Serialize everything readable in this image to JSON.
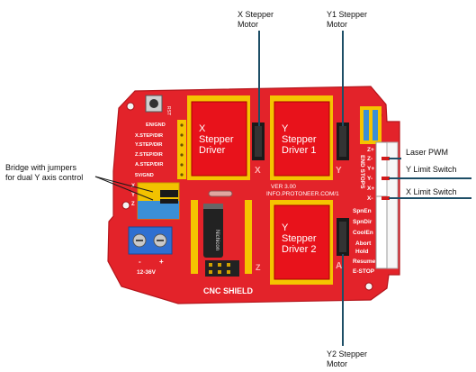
{
  "callouts": {
    "x_stepper": [
      "X Stepper",
      "Motor"
    ],
    "y1_stepper": [
      "Y1 Stepper",
      "Motor"
    ],
    "y2_stepper": [
      "Y2 Stepper",
      "Motor"
    ],
    "laser_pwm": "Laser PWM",
    "y_limit": "Y Limit Switch",
    "x_limit": "X Limit Switch",
    "bridge": [
      "Bridge with jumpers",
      "for dual Y axis control"
    ]
  },
  "board": {
    "title": "CNC SHIELD",
    "version": "VER 3.00",
    "website": "INFO.PROTONEER.COM/1",
    "reset_label": "RST",
    "power_label": "12-36V",
    "power_polarity": [
      "-",
      "+"
    ],
    "left_pins": [
      "EN/GND",
      "X.STEP/DIR",
      "Y.STEP/DIR",
      "Z.STEP/DIR",
      "A.STEP/DIR",
      "5V/GND"
    ],
    "jumper_labels": [
      "X",
      "Y",
      "Z"
    ],
    "endstops_label": "END STOPS",
    "endstop_pins": [
      "Z+",
      "Z-",
      "Y+",
      "Y-",
      "X+",
      "X-"
    ],
    "right_pins": [
      "SpnEn",
      "SpnDir",
      "CoolEn",
      "Abort",
      "Hold",
      "Resume",
      "E-STOP"
    ],
    "capacitor_text": "Nichicon",
    "slot_letters": [
      "X",
      "Y",
      "Z",
      "A"
    ]
  },
  "drivers": {
    "x": [
      "X",
      "Stepper",
      "Driver"
    ],
    "y1": [
      "Y",
      "Stepper",
      "Driver 1"
    ],
    "y2": [
      "Y",
      "Stepper",
      "Driver 2"
    ]
  },
  "colors": {
    "board_red": "#e3232a",
    "driver_red": "#e8121b",
    "header_yellow": "#f5c400",
    "callout_line": "#1d4e66",
    "jumper_black": "#1a1a1a",
    "terminal_blue": "#2f6fd1"
  }
}
